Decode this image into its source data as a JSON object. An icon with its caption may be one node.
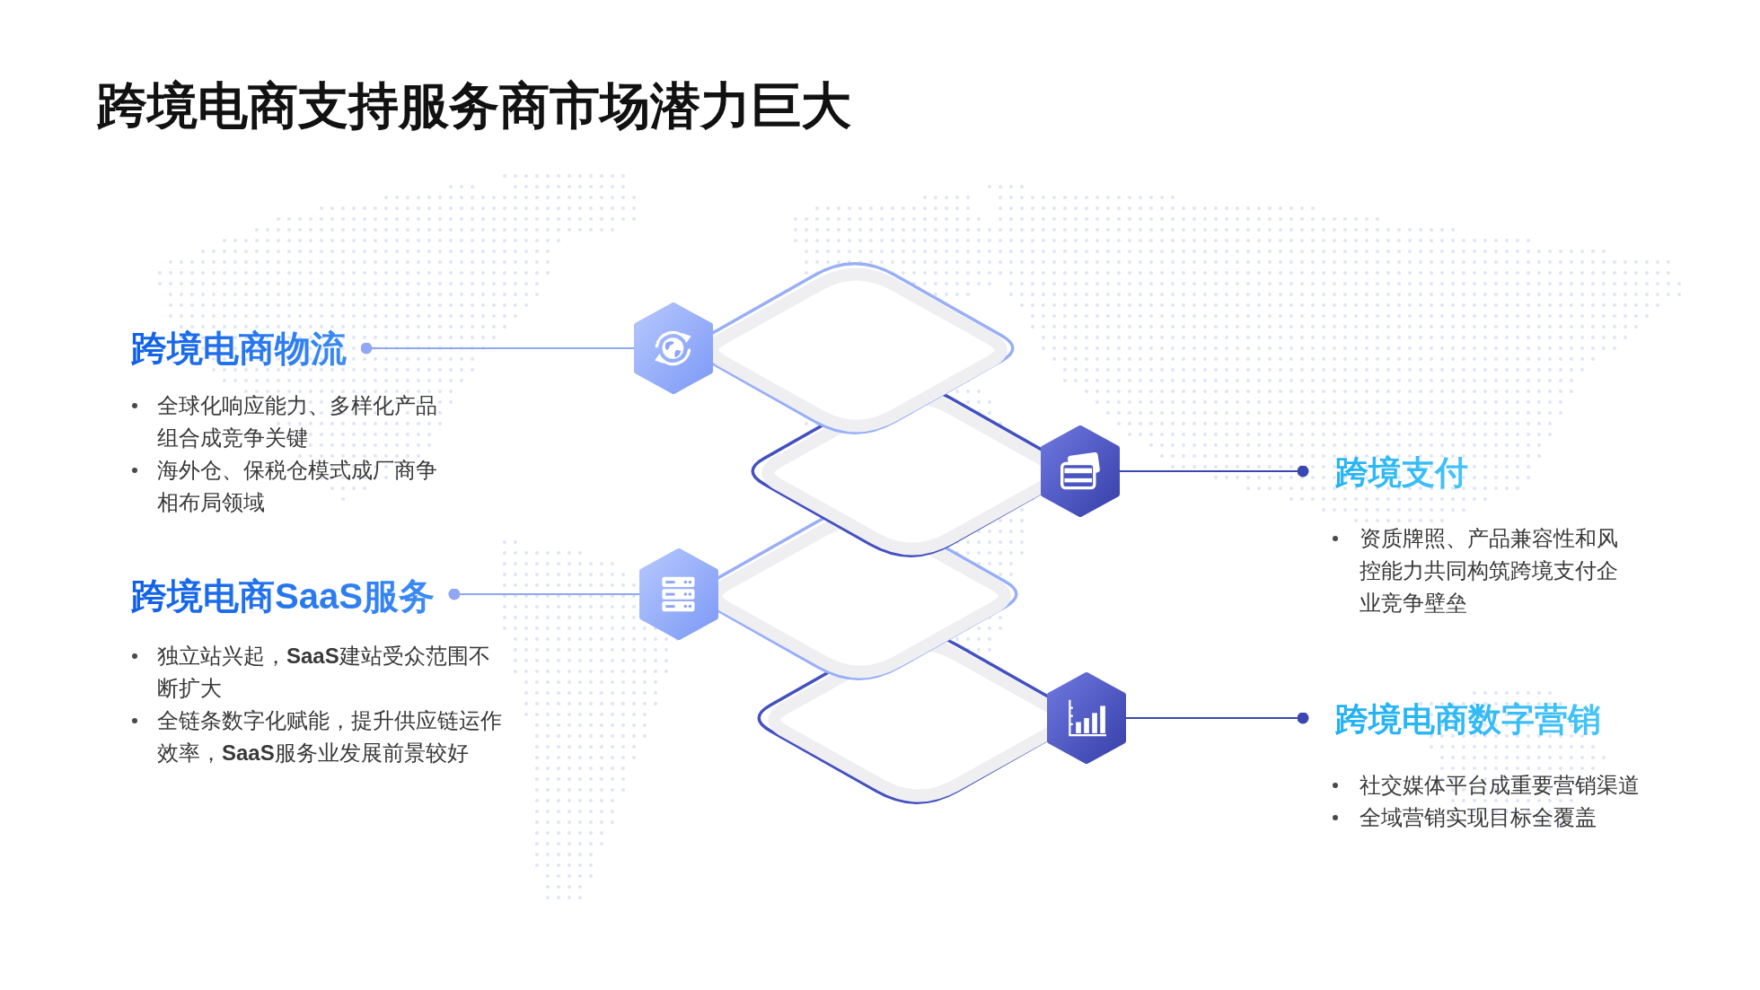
{
  "diagram": {
    "title": "跨境电商支持服务商市场潜力巨大",
    "nodes": [
      {
        "text": [
          "跨境电商物流"
        ],
        "beside": [
          "全球化响应能力、多样化产品组合成竞争关键",
          "海外仓、保税仓模式成厂商争相布局领域"
        ]
      },
      {
        "text": [],
        "shape": "hexagon"
      },
      {
        "text": [
          "跨境支付"
        ],
        "beside": [
          "资质牌照、产品兼容性和风控能力共同构筑跨境支付企业竞争壁垒"
        ]
      },
      {
        "text": [],
        "shape": "hexagon"
      },
      {
        "text": [
          "跨境电商SaaS服务"
        ],
        "beside": [
          "独立站兴起，**SaaS**建站受众范围不断扩大",
          "全链条数字化赋能，提升供应链运作效率，**SaaS**服务业发展前景较好"
        ]
      },
      {
        "text": [],
        "shape": "hexagon"
      },
      {
        "text": [
          "跨境电商数字营销"
        ],
        "beside": [
          "社交媒体平台成重要营销渠道",
          "全域营销实现目标全覆盖"
        ]
      },
      {
        "text": [],
        "shape": "hexagon"
      }
    ],
    "edges": [
      {
        "from": 0,
        "to": 1,
        "arrow": "other",
        "color": "#8fa7f5"
      },
      {
        "from": 2,
        "to": 3,
        "arrow": "other",
        "color": "#3946b3"
      },
      {
        "from": 4,
        "to": 5,
        "arrow": "other",
        "color": "#8fa7f5"
      },
      {
        "from": 6,
        "to": 7,
        "arrow": "other",
        "color": "#3946b3"
      }
    ]
  }
}
